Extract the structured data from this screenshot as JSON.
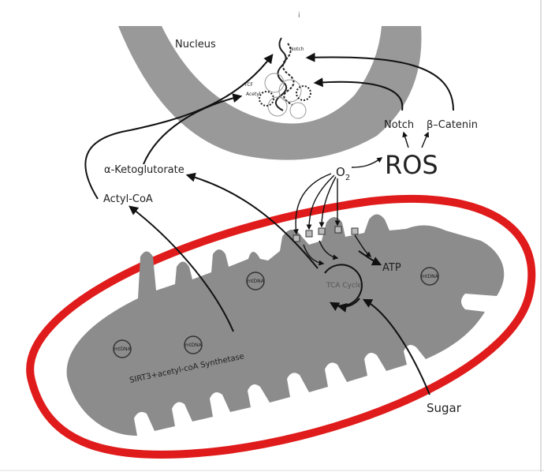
{
  "diagram": {
    "top_mark": "i",
    "nucleus_label": "Nucleus",
    "chromatin_tags": [
      "Notch",
      "TCF",
      "Acetyl"
    ],
    "mtdna_label": "mtDNA",
    "labels": {
      "notch": "Notch",
      "beta_catenin": "β–Catenin",
      "ros": "ROS",
      "o2_base": "O",
      "o2_sub": "2",
      "alpha_kg": "α-Ketoglutorate",
      "acetyl_coa": "Actyl-CoA",
      "atp": "ATP",
      "tca": "TCA Cycle",
      "sirt3": "SIRT3+acetyl-coA Synthetase",
      "sugar": "Sugar"
    },
    "colors": {
      "membrane": "#e01b1b",
      "matrix": "#8c8c8c",
      "nucleus": "#999999",
      "arrow": "#111111"
    }
  }
}
